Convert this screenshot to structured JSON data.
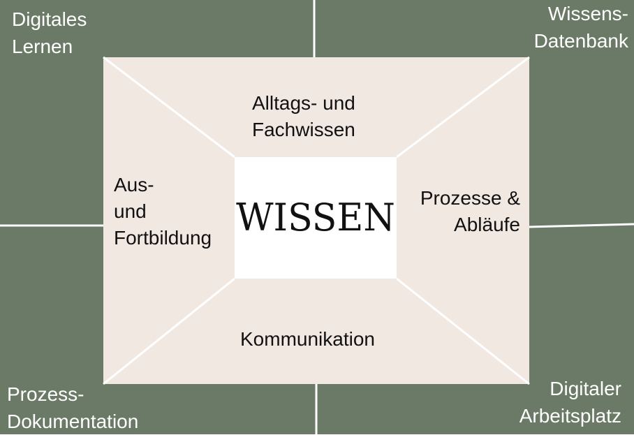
{
  "colors": {
    "background": "#6b7a67",
    "panel": "#f2e8e2",
    "center_box": "#ffffff",
    "lines": "#ffffff",
    "corner_text": "#ffffff",
    "inner_text": "#111111"
  },
  "center": {
    "title": "WISSEN"
  },
  "corners": {
    "top_left": [
      "Digitales",
      "Lernen"
    ],
    "top_right": [
      "Wissens-",
      "Datenbank"
    ],
    "bottom_left": [
      "Prozess-",
      "Dokumentation"
    ],
    "bottom_right": [
      "Digitaler",
      "Arbeitsplatz"
    ]
  },
  "sections": {
    "top": [
      "Alltags- und",
      "Fachwissen"
    ],
    "left": [
      "Aus-",
      "und",
      "Fortbildung"
    ],
    "right": [
      "Prozesse &",
      "Abläufe"
    ],
    "bottom": [
      "Kommunikation"
    ]
  }
}
